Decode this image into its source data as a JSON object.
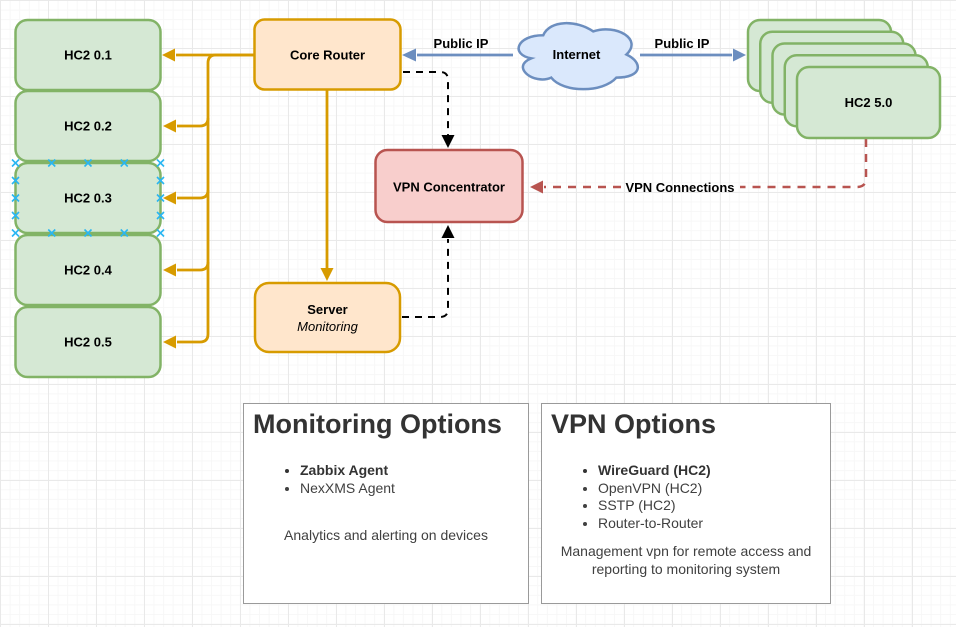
{
  "canvas": {
    "background": "#ffffff",
    "grid_minor_color": "#f7f7f7",
    "grid_major_color": "#e9e9e9"
  },
  "palette": {
    "green_fill": "#d5e8d4",
    "green_stroke": "#82b366",
    "orange_fill": "#ffe6cc",
    "orange_stroke": "#d79b00",
    "red_fill": "#f8cecc",
    "red_stroke": "#b85450",
    "blue_fill": "#dae8fc",
    "blue_stroke": "#6c8ebf",
    "black_edge": "#000000",
    "connection_point": "#29b6f2",
    "panel_border": "#9a9a9a",
    "text_dark": "#333333"
  },
  "nodes": {
    "hc2_group": [
      "HC2 0.1",
      "HC2 0.2",
      "HC2 0.3",
      "HC2 0.4",
      "HC2 0.5"
    ],
    "core_router": "Core Router",
    "server": "Server",
    "server_role": "Monitoring",
    "internet": "Internet",
    "vpn_concentrator": "VPN Concentrator",
    "hc2_stack": "HC2 5.0"
  },
  "edge_labels": {
    "public_ip_left": "Public IP",
    "public_ip_right": "Public IP",
    "vpn_connections": "VPN Connections"
  },
  "panels": {
    "monitoring": {
      "title": "Monitoring Options",
      "bullets": [
        "Zabbix Agent",
        "NexXMS Agent"
      ],
      "note": "Analytics and alerting on devices"
    },
    "vpn": {
      "title": "VPN Options",
      "bullets": [
        "WireGuard (HC2)",
        "OpenVPN (HC2)",
        "SSTP (HC2)",
        "Router-to-Router"
      ],
      "note_lines": [
        "Management vpn for remote access and",
        "reporting to monitoring system"
      ]
    }
  }
}
